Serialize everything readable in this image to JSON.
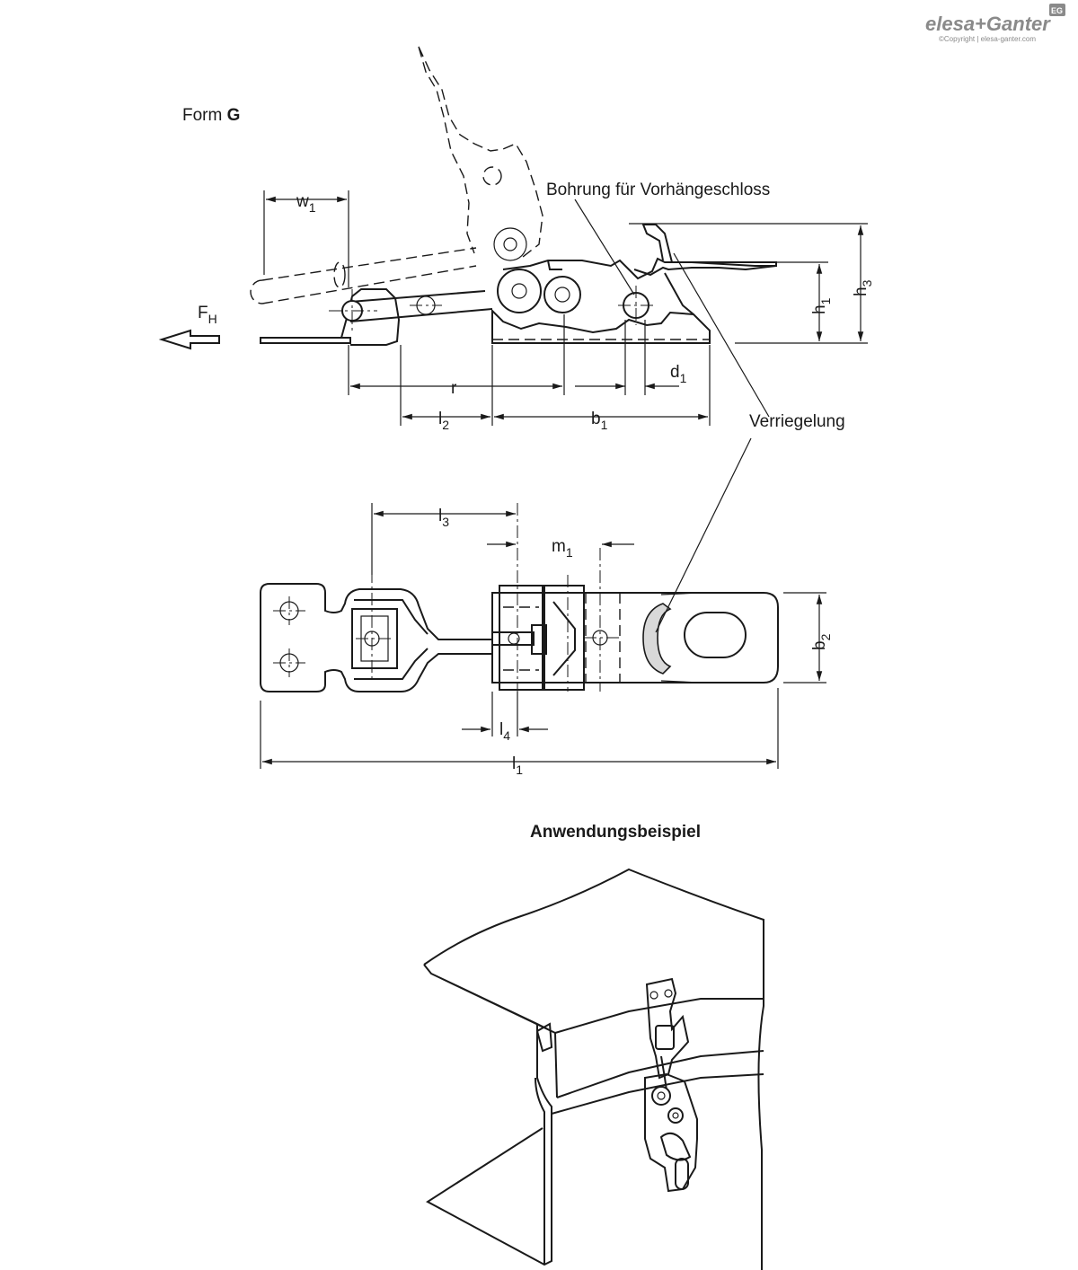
{
  "brand": {
    "name": "elesa+Ganter",
    "badge": "EG",
    "copyright": "©Copyright | elesa-ganter.com"
  },
  "form_label": {
    "prefix": "Form",
    "letter": "G"
  },
  "callouts": {
    "padlock_hole": "Bohrung für Vorhängeschloss",
    "lock": "Verriegelung"
  },
  "dimensions": {
    "w1": {
      "main": "w",
      "sub": "1"
    },
    "FH": {
      "main": "F",
      "sub": "H"
    },
    "h1": {
      "main": "h",
      "sub": "1"
    },
    "h3": {
      "main": "h",
      "sub": "3"
    },
    "r": {
      "main": "r"
    },
    "d1": {
      "main": "d",
      "sub": "1"
    },
    "l2": {
      "main": "l",
      "sub": "2"
    },
    "b1": {
      "main": "b",
      "sub": "1"
    },
    "l3": {
      "main": "l",
      "sub": "3"
    },
    "m1": {
      "main": "m",
      "sub": "1"
    },
    "b2": {
      "main": "b",
      "sub": "2"
    },
    "l4": {
      "main": "l",
      "sub": "4"
    },
    "l1": {
      "main": "l",
      "sub": "1"
    }
  },
  "application_title": "Anwendungsbeispiel",
  "colors": {
    "line": "#1a1a1a",
    "shade": "#d9d9d9",
    "background": "#ffffff"
  }
}
